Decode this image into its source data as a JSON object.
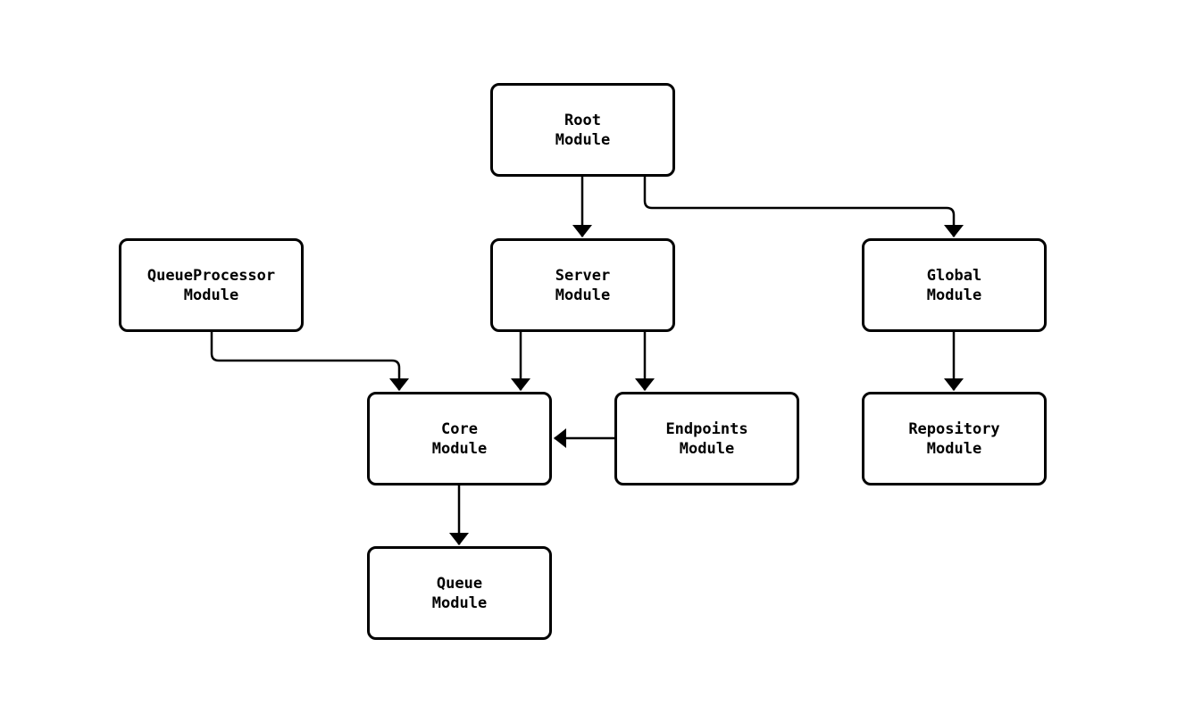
{
  "diagram": {
    "type": "flowchart",
    "background_color": "#ffffff",
    "stroke_color": "#000000",
    "node_fill_color": "#ffffff",
    "text_color": "#000000",
    "nodes": [
      {
        "id": "root",
        "label": "Root\nModule"
      },
      {
        "id": "server",
        "label": "Server\nModule"
      },
      {
        "id": "queueprocessor",
        "label": "QueueProcessor\nModule"
      },
      {
        "id": "global",
        "label": "Global\nModule"
      },
      {
        "id": "core",
        "label": "Core\nModule"
      },
      {
        "id": "endpoints",
        "label": "Endpoints\nModule"
      },
      {
        "id": "repository",
        "label": "Repository\nModule"
      },
      {
        "id": "queue",
        "label": "Queue\nModule"
      }
    ],
    "edges": [
      {
        "from": "root",
        "to": "server"
      },
      {
        "from": "root",
        "to": "global"
      },
      {
        "from": "queueprocessor",
        "to": "core"
      },
      {
        "from": "server",
        "to": "core"
      },
      {
        "from": "server",
        "to": "endpoints"
      },
      {
        "from": "endpoints",
        "to": "core"
      },
      {
        "from": "global",
        "to": "repository"
      },
      {
        "from": "core",
        "to": "queue"
      }
    ]
  }
}
